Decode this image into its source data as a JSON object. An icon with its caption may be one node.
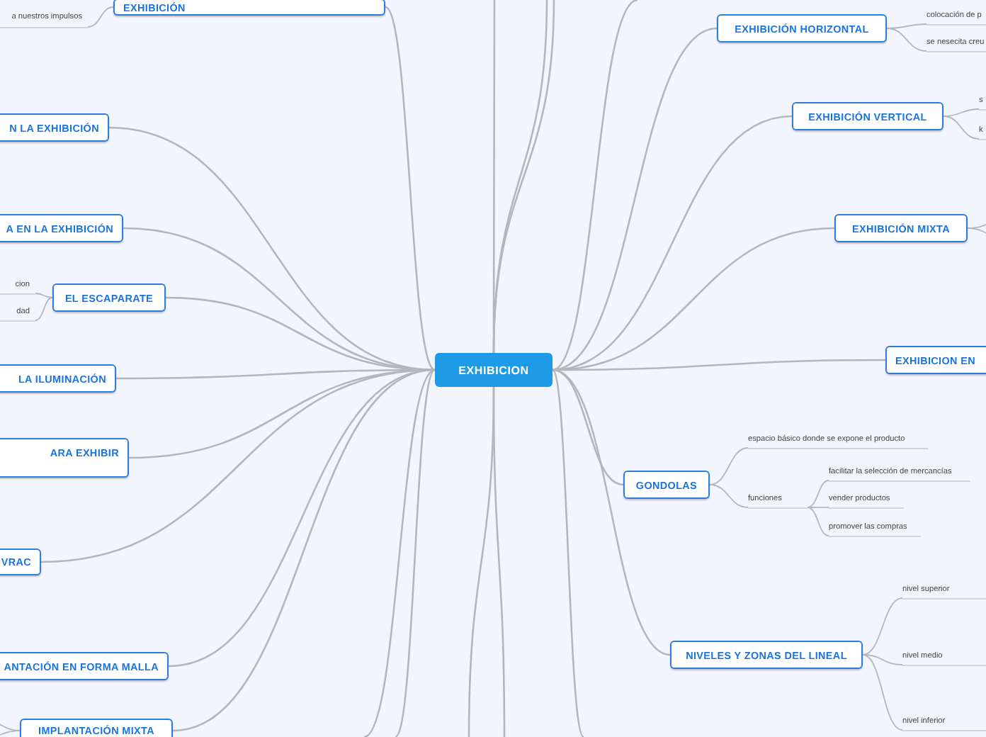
{
  "diagram": {
    "nodes": [
      {
        "text": [
          "EXHIBICION"
        ]
      },
      {
        "text": [
          "EXHIBICIÓN"
        ]
      },
      {
        "text": [
          "a nuestros impulsos"
        ]
      },
      {
        "text": [
          "N LA EXHIBICIÓN"
        ]
      },
      {
        "text": [
          "A EN LA EXHIBICIÓN"
        ]
      },
      {
        "text": [
          "EL ESCAPARATE"
        ]
      },
      {
        "text": [
          "cion"
        ]
      },
      {
        "text": [
          "dad"
        ]
      },
      {
        "text": [
          "LA ILUMINACIÓN"
        ]
      },
      {
        "text": [
          "ARA EXHIBIR"
        ]
      },
      {
        "text": [
          "VRAC"
        ]
      },
      {
        "text": [
          "ANTACIÓN EN FORMA MALLA"
        ]
      },
      {
        "text": [
          "IMPLANTACIÓN MIXTA"
        ]
      },
      {
        "text": [
          "EXHIBICIÓN HORIZONTAL"
        ]
      },
      {
        "text": [
          "colocación de p"
        ]
      },
      {
        "text": [
          "se nesecita creu"
        ]
      },
      {
        "text": [
          "EXHIBICIÓN VERTICAL"
        ]
      },
      {
        "text": [
          "s"
        ]
      },
      {
        "text": [
          "k"
        ]
      },
      {
        "text": [
          "EXHIBICIÓN MIXTA"
        ]
      },
      {
        "text": [
          "EXHIBICION EN"
        ]
      },
      {
        "text": [
          "GONDOLAS"
        ]
      },
      {
        "text": [
          "espacio básico donde se expone el producto"
        ]
      },
      {
        "text": [
          "funciones"
        ]
      },
      {
        "text": [
          "facilitar la selección de mercancías"
        ]
      },
      {
        "text": [
          "vender productos"
        ]
      },
      {
        "text": [
          "promover las compras"
        ]
      },
      {
        "text": [
          "NIVELES Y ZONAS DEL LINEAL"
        ]
      },
      {
        "text": [
          "nivel superior"
        ]
      },
      {
        "text": [
          "nivel medio"
        ]
      },
      {
        "text": [
          "nivel inferior"
        ]
      }
    ],
    "edges": [
      {
        "from": 0,
        "to": 1,
        "arrow": "none"
      },
      {
        "from": 0,
        "to": 3,
        "arrow": "none"
      },
      {
        "from": 0,
        "to": 4,
        "arrow": "none"
      },
      {
        "from": 0,
        "to": 5,
        "arrow": "none"
      },
      {
        "from": 0,
        "to": 8,
        "arrow": "none"
      },
      {
        "from": 0,
        "to": 9,
        "arrow": "none"
      },
      {
        "from": 0,
        "to": 10,
        "arrow": "none"
      },
      {
        "from": 0,
        "to": 11,
        "arrow": "none"
      },
      {
        "from": 0,
        "to": 12,
        "arrow": "none"
      },
      {
        "from": 0,
        "to": 13,
        "arrow": "none"
      },
      {
        "from": 0,
        "to": 16,
        "arrow": "none"
      },
      {
        "from": 0,
        "to": 19,
        "arrow": "none"
      },
      {
        "from": 0,
        "to": 20,
        "arrow": "none"
      },
      {
        "from": 0,
        "to": 21,
        "arrow": "none"
      },
      {
        "from": 0,
        "to": 27,
        "arrow": "none"
      },
      {
        "from": 0,
        "to": null,
        "arrow": "none"
      },
      {
        "from": 0,
        "to": null,
        "arrow": "none"
      },
      {
        "from": 0,
        "to": null,
        "arrow": "none"
      },
      {
        "from": 0,
        "to": null,
        "arrow": "none"
      },
      {
        "from": 0,
        "to": null,
        "arrow": "none"
      },
      {
        "from": 0,
        "to": null,
        "arrow": "none"
      },
      {
        "from": 0,
        "to": null,
        "arrow": "none"
      },
      {
        "from": 0,
        "to": null,
        "arrow": "none"
      },
      {
        "from": 0,
        "to": null,
        "arrow": "none"
      },
      {
        "from": 1,
        "to": 2,
        "arrow": "none"
      },
      {
        "from": 5,
        "to": 6,
        "arrow": "none"
      },
      {
        "from": 5,
        "to": 7,
        "arrow": "none"
      },
      {
        "from": 12,
        "to": null,
        "arrow": "none"
      },
      {
        "from": 12,
        "to": null,
        "arrow": "none"
      },
      {
        "from": 13,
        "to": 14,
        "arrow": "none"
      },
      {
        "from": 13,
        "to": 15,
        "arrow": "none"
      },
      {
        "from": 16,
        "to": 17,
        "arrow": "none"
      },
      {
        "from": 16,
        "to": 18,
        "arrow": "none"
      },
      {
        "from": 19,
        "to": null,
        "arrow": "none"
      },
      {
        "from": 19,
        "to": null,
        "arrow": "none"
      },
      {
        "from": 21,
        "to": 22,
        "arrow": "none"
      },
      {
        "from": 21,
        "to": 23,
        "arrow": "none"
      },
      {
        "from": 23,
        "to": 24,
        "arrow": "none"
      },
      {
        "from": 23,
        "to": 25,
        "arrow": "none"
      },
      {
        "from": 23,
        "to": 26,
        "arrow": "none"
      },
      {
        "from": 27,
        "to": 28,
        "arrow": "none"
      },
      {
        "from": 27,
        "to": 29,
        "arrow": "none"
      },
      {
        "from": 27,
        "to": 30,
        "arrow": "none"
      }
    ]
  }
}
